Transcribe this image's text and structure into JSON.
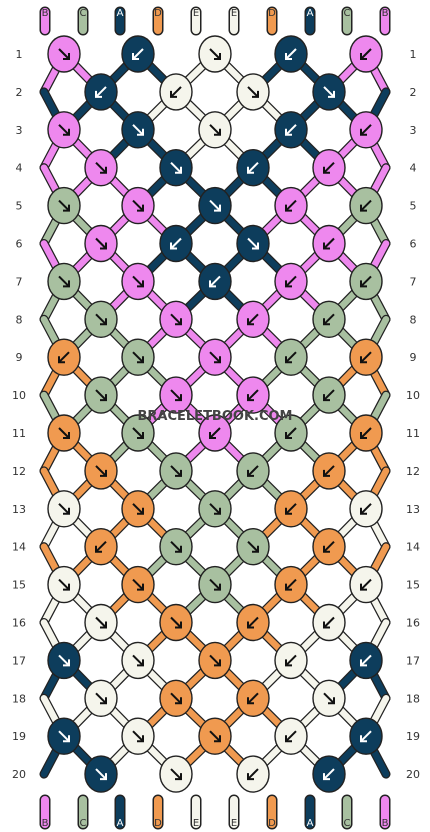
{
  "watermark": "BRACELETBOOK.COM",
  "colors": {
    "A": "#0d3d5c",
    "B": "#ee88ee",
    "C": "#a8c0a0",
    "D": "#f09a50",
    "E": "#f5f5ec"
  },
  "strands_top": [
    "B",
    "C",
    "A",
    "D",
    "E",
    "E",
    "D",
    "A",
    "C",
    "B"
  ],
  "strands_bottom": [
    "B",
    "C",
    "A",
    "D",
    "E",
    "E",
    "D",
    "A",
    "C",
    "B"
  ],
  "row_numbers": [
    "1",
    "2",
    "3",
    "4",
    "5",
    "6",
    "7",
    "8",
    "9",
    "10",
    "11",
    "12",
    "13",
    "14",
    "15",
    "16",
    "17",
    "18",
    "19",
    "20"
  ],
  "rows": [
    {
      "knots": [
        [
          "B",
          "dr"
        ],
        [
          "A",
          "dl"
        ],
        [
          "E",
          "dr"
        ],
        [
          "A",
          "dl"
        ],
        [
          "B",
          "dl"
        ]
      ]
    },
    {
      "knots": [
        [
          "A",
          "dl"
        ],
        [
          "E",
          "dl"
        ],
        [
          "E",
          "dr"
        ],
        [
          "A",
          "dr"
        ]
      ]
    },
    {
      "knots": [
        [
          "B",
          "dr"
        ],
        [
          "A",
          "dr"
        ],
        [
          "E",
          "dr"
        ],
        [
          "A",
          "dl"
        ],
        [
          "B",
          "dl"
        ]
      ]
    },
    {
      "knots": [
        [
          "B",
          "dr"
        ],
        [
          "A",
          "dr"
        ],
        [
          "A",
          "dl"
        ],
        [
          "B",
          "dl"
        ]
      ]
    },
    {
      "knots": [
        [
          "C",
          "dr"
        ],
        [
          "B",
          "dr"
        ],
        [
          "A",
          "dr"
        ],
        [
          "B",
          "dl"
        ],
        [
          "C",
          "dl"
        ]
      ]
    },
    {
      "knots": [
        [
          "B",
          "dr"
        ],
        [
          "A",
          "dl"
        ],
        [
          "A",
          "dr"
        ],
        [
          "B",
          "dl"
        ]
      ]
    },
    {
      "knots": [
        [
          "C",
          "dr"
        ],
        [
          "B",
          "dr"
        ],
        [
          "A",
          "dl"
        ],
        [
          "B",
          "dl"
        ],
        [
          "C",
          "dl"
        ]
      ]
    },
    {
      "knots": [
        [
          "C",
          "dr"
        ],
        [
          "B",
          "dr"
        ],
        [
          "B",
          "dl"
        ],
        [
          "C",
          "dl"
        ]
      ]
    },
    {
      "knots": [
        [
          "D",
          "dl"
        ],
        [
          "C",
          "dr"
        ],
        [
          "B",
          "dr"
        ],
        [
          "C",
          "dl"
        ],
        [
          "D",
          "dl"
        ]
      ]
    },
    {
      "knots": [
        [
          "C",
          "dr"
        ],
        [
          "B",
          "dr"
        ],
        [
          "B",
          "dl"
        ],
        [
          "C",
          "dl"
        ]
      ]
    },
    {
      "knots": [
        [
          "D",
          "dr"
        ],
        [
          "C",
          "dr"
        ],
        [
          "B",
          "dl"
        ],
        [
          "C",
          "dl"
        ],
        [
          "D",
          "dl"
        ]
      ]
    },
    {
      "knots": [
        [
          "D",
          "dr"
        ],
        [
          "C",
          "dr"
        ],
        [
          "C",
          "dl"
        ],
        [
          "D",
          "dl"
        ]
      ]
    },
    {
      "knots": [
        [
          "E",
          "dr"
        ],
        [
          "D",
          "dr"
        ],
        [
          "C",
          "dr"
        ],
        [
          "D",
          "dl"
        ],
        [
          "E",
          "dl"
        ]
      ]
    },
    {
      "knots": [
        [
          "D",
          "dl"
        ],
        [
          "C",
          "dr"
        ],
        [
          "C",
          "dr"
        ],
        [
          "D",
          "dl"
        ]
      ]
    },
    {
      "knots": [
        [
          "E",
          "dr"
        ],
        [
          "D",
          "dr"
        ],
        [
          "C",
          "dr"
        ],
        [
          "D",
          "dl"
        ],
        [
          "E",
          "dl"
        ]
      ]
    },
    {
      "knots": [
        [
          "E",
          "dr"
        ],
        [
          "D",
          "dr"
        ],
        [
          "D",
          "dl"
        ],
        [
          "E",
          "dl"
        ]
      ]
    },
    {
      "knots": [
        [
          "A",
          "dr"
        ],
        [
          "E",
          "dr"
        ],
        [
          "D",
          "dr"
        ],
        [
          "E",
          "dl"
        ],
        [
          "A",
          "dl"
        ]
      ]
    },
    {
      "knots": [
        [
          "E",
          "dr"
        ],
        [
          "D",
          "dr"
        ],
        [
          "D",
          "dl"
        ],
        [
          "E",
          "dr"
        ]
      ]
    },
    {
      "knots": [
        [
          "A",
          "dr"
        ],
        [
          "E",
          "dr"
        ],
        [
          "D",
          "dr"
        ],
        [
          "E",
          "dl"
        ],
        [
          "A",
          "dl"
        ]
      ]
    },
    {
      "knots": [
        [
          "A",
          "dr"
        ],
        [
          "E",
          "dr"
        ],
        [
          "E",
          "dl"
        ],
        [
          "A",
          "dl"
        ]
      ]
    }
  ]
}
